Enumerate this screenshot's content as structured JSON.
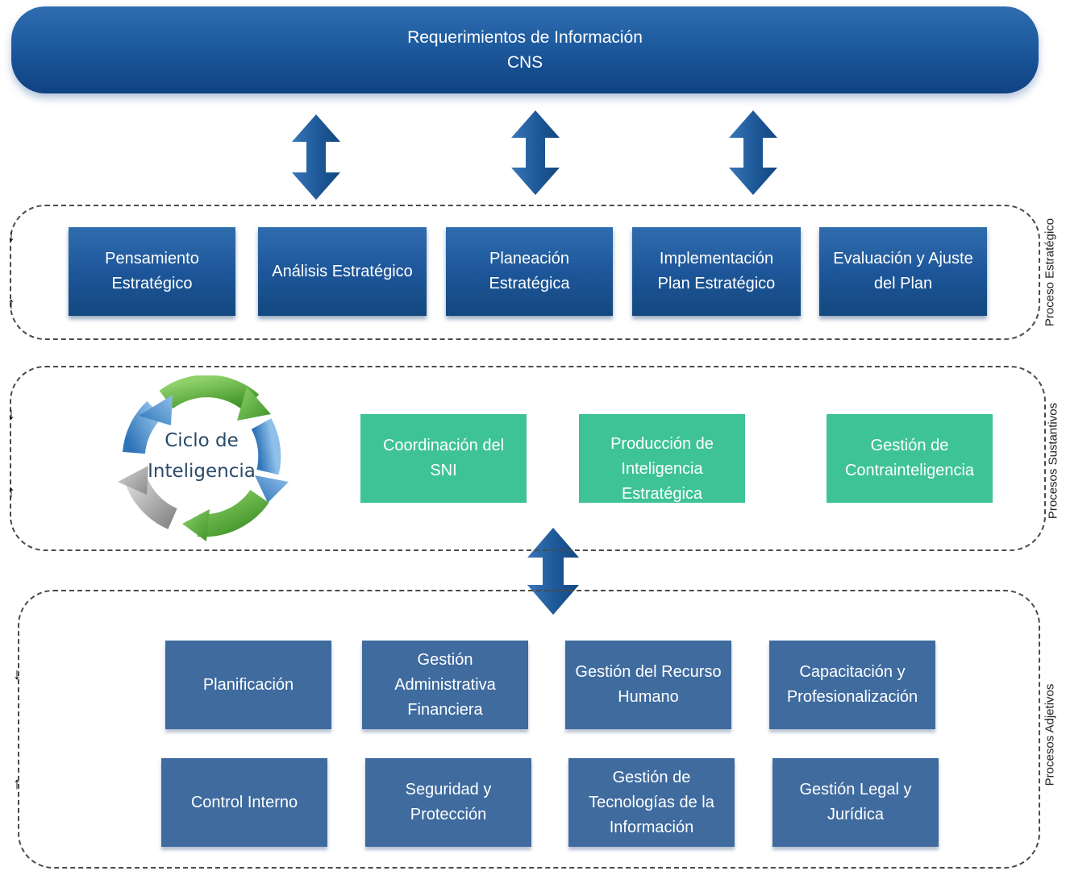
{
  "header": {
    "line1": "Requerimientos de Información",
    "line2": "CNS"
  },
  "strategic": {
    "label": "Proceso Estratégico",
    "boxes": [
      "Pensamiento\nEstratégico",
      "Análisis Estratégico",
      "Planeación\nEstratégica",
      "Implementación\nPlan Estratégico",
      "Evaluación y Ajuste\ndel Plan"
    ]
  },
  "substantive": {
    "label": "Procesos Sustantivos",
    "cycle_text": "Ciclo de\nInteligencia",
    "boxes": [
      "Coordinación del\nSNI",
      "Producción de\nInteligencia\nEstratégica",
      "Gestión de\nContrainteligencia"
    ]
  },
  "adjective": {
    "label": "Procesos Adjetivos",
    "row1": [
      "Planificación",
      "Gestión\nAdministrativa\nFinanciera",
      "Gestión del Recurso\nHumano",
      "Capacitación y\nProfesionalización"
    ],
    "row2": [
      "Control Interno",
      "Seguridad y\nProtección",
      "Gestión de\nTecnologías de la\nInformación",
      "Gestión Legal y\nJurídica"
    ]
  },
  "colors": {
    "banner": "#1d5a9e",
    "strategic_box": "#1c5597",
    "substantive_box": "#3ec396",
    "adjective_box": "#3f6b9f",
    "arrow": "#1f5a9a",
    "cycle_green": "#5fae3a",
    "cycle_blue": "#3d86c8",
    "cycle_gray": "#9a9a9a"
  }
}
